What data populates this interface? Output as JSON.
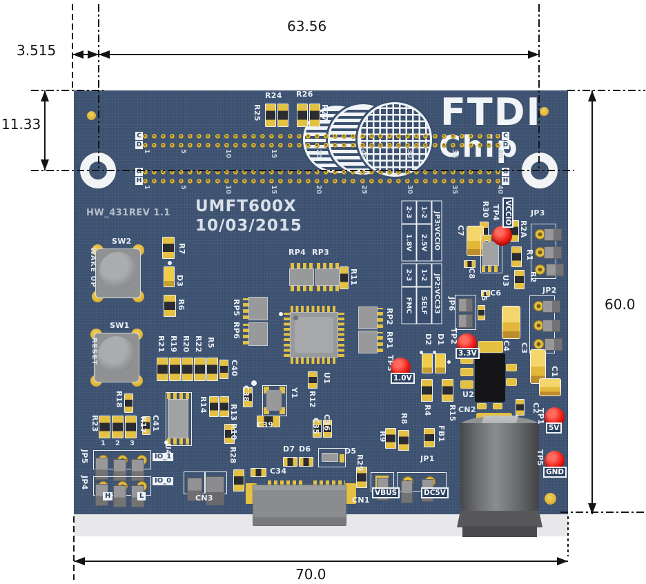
{
  "meta": {
    "description": "UMFT600X FTDI module — mechanical dimension drawing, top view",
    "units": "mm"
  },
  "colors": {
    "background": "#ffffff",
    "board": "#3c5170",
    "board_shadow": "#e8e8ea",
    "silkscreen": "#e9eef4",
    "pad_gold": "#e4c043",
    "component_gray": "#98999b",
    "test_point_red": "#ee1b14",
    "dimension_ink": "#141414"
  },
  "dimensions": {
    "left_offset": "3.515",
    "hole_span": "63.56",
    "top_offset": "11.33",
    "board_height": "60.0",
    "board_width": "70.0"
  },
  "silkscreen": {
    "hw_rev": "HW_431REV 1.1",
    "board_name": "UMFT600X",
    "board_date": "10/03/2015",
    "logo_top": "FTDI",
    "logo_bottom": "Chip"
  },
  "switches": [
    {
      "ref": "SW2",
      "function": "WAKE UP"
    },
    {
      "ref": "SW1",
      "function": "RESET"
    }
  ],
  "test_points": [
    {
      "ref": "TP4",
      "net": "VCCIO"
    },
    {
      "ref": "TP2",
      "net": "3.3V"
    },
    {
      "ref": "TP3",
      "net": "1.0V"
    },
    {
      "ref": "TP1",
      "net": "5V"
    },
    {
      "ref": "TP5",
      "net": "GND"
    }
  ],
  "jumper_tables": [
    {
      "header": "JP3:VCCIO",
      "rows": [
        [
          "1-2",
          "2.5V"
        ],
        [
          "2-3",
          "1.8V"
        ]
      ]
    },
    {
      "header": "JP2:VCC33",
      "rows": [
        [
          "1-2",
          "SELF"
        ],
        [
          "2-3",
          "FMC"
        ]
      ]
    }
  ],
  "pin_rows": {
    "pairs": [
      {
        "top": "C",
        "bottom": "D"
      },
      {
        "top": "G",
        "bottom": "H"
      }
    ],
    "count": 40,
    "ticks": [
      "1",
      "5",
      "10",
      "15",
      "20",
      "25",
      "30",
      "35",
      "40"
    ]
  },
  "ref_labels": [
    [
      "R24",
      384,
      133,
      0
    ],
    [
      "R26",
      429,
      131,
      0
    ],
    [
      "R25",
      366,
      151,
      1
    ],
    [
      "R27",
      464,
      151,
      1
    ],
    [
      "SW2",
      162,
      344,
      0
    ],
    [
      "SW1",
      159,
      466,
      0
    ],
    [
      "WAKE UP",
      128,
      358,
      1,
      "sw"
    ],
    [
      "RESET",
      130,
      489,
      1,
      "sw"
    ],
    [
      "R7",
      257,
      352,
      1
    ],
    [
      "D3",
      254,
      398,
      1
    ],
    [
      "R6",
      256,
      433,
      1
    ],
    [
      "R21",
      227,
      486,
      1
    ],
    [
      "R19",
      245,
      486,
      1
    ],
    [
      "R20",
      263,
      486,
      1
    ],
    [
      "R22",
      281,
      486,
      1
    ],
    [
      "R5",
      299,
      488,
      1
    ],
    [
      "C40",
      333,
      521,
      1
    ],
    [
      "RP4",
      418,
      360,
      0
    ],
    [
      "RP3",
      452,
      360,
      0
    ],
    [
      "R11",
      506,
      389,
      1
    ],
    [
      "RP5",
      336,
      433,
      1
    ],
    [
      "RP6",
      336,
      466,
      1
    ],
    [
      "RP2",
      558,
      446,
      1
    ],
    [
      "RP1",
      558,
      480,
      1
    ],
    [
      "U1",
      467,
      539,
      1
    ],
    [
      "R12",
      446,
      566,
      1
    ],
    [
      "Y1",
      420,
      561,
      1
    ],
    [
      "C38",
      350,
      558,
      1
    ],
    [
      "C39",
      372,
      610,
      0
    ],
    [
      "C35",
      451,
      605,
      1
    ],
    [
      "C36",
      467,
      600,
      1
    ],
    [
      "R18",
      166,
      566,
      1
    ],
    [
      "R23",
      131,
      601,
      1
    ],
    [
      "R17",
      201,
      603,
      1
    ],
    [
      "C41",
      219,
      601,
      1
    ],
    [
      "R14",
      288,
      574,
      1
    ],
    [
      "R13",
      332,
      585,
      1
    ],
    [
      "R10",
      332,
      613,
      1
    ],
    [
      "U4",
      237,
      642,
      1
    ],
    [
      "R28",
      331,
      647,
      1
    ],
    [
      "JP5",
      116,
      651,
      1
    ],
    [
      "JP4",
      116,
      689,
      1
    ],
    [
      "1",
      146,
      637,
      0,
      "s"
    ],
    [
      "2",
      167,
      637,
      0,
      "s"
    ],
    [
      "3",
      188,
      637,
      0,
      "s"
    ],
    [
      "CN3",
      283,
      716,
      0
    ],
    [
      "CN1",
      510,
      719,
      0
    ],
    [
      "D7",
      410,
      645,
      0
    ],
    [
      "D6",
      433,
      645,
      0
    ],
    [
      "D5",
      499,
      648,
      0
    ],
    [
      "C34",
      391,
      677,
      0
    ],
    [
      "R29",
      515,
      658,
      1
    ],
    [
      "R8",
      579,
      598,
      1
    ],
    [
      "R9",
      548,
      624,
      1
    ],
    [
      "R4",
      613,
      586,
      1
    ],
    [
      "R15",
      649,
      586,
      1
    ],
    [
      "FB1",
      633,
      616,
      1
    ],
    [
      "JP1",
      609,
      659,
      0
    ],
    [
      "CN2",
      664,
      588,
      0
    ],
    [
      "U2",
      670,
      566,
      0
    ],
    [
      "R30",
      697,
      291,
      1
    ],
    [
      "TP4",
      712,
      296,
      1
    ],
    [
      "C7",
      661,
      326,
      1
    ],
    [
      "C8",
      677,
      388,
      1
    ],
    [
      "R2A",
      752,
      319,
      1
    ],
    [
      "R1",
      761,
      361,
      1
    ],
    [
      "R2",
      766,
      393,
      1
    ],
    [
      "U3",
      726,
      398,
      1
    ],
    [
      "JP3",
      769,
      303,
      0
    ],
    [
      "JP2",
      786,
      415,
      0
    ],
    [
      "C6",
      710,
      419,
      0
    ],
    [
      "JP6",
      648,
      430,
      1
    ],
    [
      "C5",
      695,
      420,
      1
    ],
    [
      "C4",
      727,
      493,
      1
    ],
    [
      "C3",
      753,
      496,
      1
    ],
    [
      "C1",
      797,
      530,
      1
    ],
    [
      "C2",
      770,
      583,
      1
    ],
    [
      "D2",
      614,
      483,
      1
    ],
    [
      "D1",
      632,
      483,
      1
    ],
    [
      "TP2",
      651,
      475,
      1
    ],
    [
      "TP3",
      559,
      514,
      1
    ],
    [
      "TP1",
      777,
      591,
      1
    ],
    [
      "TP5",
      776,
      651,
      1
    ]
  ],
  "boxed_labels": [
    [
      "VCCIO",
      728,
      286,
      1,
      "d"
    ],
    [
      "1.0V",
      566,
      540,
      0,
      "d"
    ],
    [
      "3.3V",
      660,
      504,
      0,
      "d"
    ],
    [
      "5V",
      791,
      612,
      0,
      "d"
    ],
    [
      "GND",
      787,
      676,
      0,
      "d"
    ],
    [
      "VBUS",
      539,
      706,
      0,
      "d"
    ],
    [
      "DC5V",
      610,
      706,
      0,
      "d"
    ],
    [
      "IO_1",
      221,
      656,
      0,
      "w"
    ],
    [
      "IO_0",
      221,
      691,
      0,
      "w"
    ],
    [
      "H",
      149,
      713,
      0,
      "w"
    ],
    [
      "L",
      199,
      713,
      0,
      "w"
    ]
  ],
  "components": [
    [
      "hole",
      116,
      221,
      52,
      52
    ],
    [
      "hole",
      756,
      221,
      52,
      52
    ],
    [
      "via",
      126,
      161,
      13,
      13
    ],
    [
      "via",
      782,
      155,
      13,
      13
    ],
    [
      "via",
      789,
      714,
      17,
      17
    ],
    [
      "res",
      384,
      150,
      16,
      34
    ],
    [
      "res",
      402,
      150,
      16,
      34
    ],
    [
      "res",
      430,
      150,
      16,
      34
    ],
    [
      "res",
      448,
      150,
      16,
      34
    ],
    [
      "res",
      235,
      343,
      18,
      32
    ],
    [
      "res",
      237,
      386,
      16,
      30,
      "led"
    ],
    [
      "res",
      237,
      427,
      18,
      32
    ],
    [
      "btn",
      131,
      352,
      80,
      88
    ],
    [
      "btn",
      129,
      474,
      80,
      88
    ],
    [
      "res",
      227,
      518,
      17,
      34
    ],
    [
      "res",
      245,
      518,
      17,
      34
    ],
    [
      "res",
      263,
      518,
      17,
      34
    ],
    [
      "res",
      281,
      518,
      17,
      34
    ],
    [
      "res",
      299,
      518,
      17,
      34
    ],
    [
      "res",
      318,
      521,
      13,
      28
    ],
    [
      "rnh",
      419,
      381,
      36,
      41
    ],
    [
      "rnh",
      457,
      381,
      36,
      41
    ],
    [
      "res",
      492,
      386,
      13,
      33
    ],
    [
      "rnv",
      352,
      430,
      36,
      34
    ],
    [
      "rnv",
      352,
      467,
      36,
      34
    ],
    [
      "qfp",
      411,
      443,
      88,
      84
    ],
    [
      "rnvr",
      519,
      444,
      36,
      33
    ],
    [
      "rnvr",
      519,
      479,
      36,
      33
    ],
    [
      "res",
      446,
      538,
      14,
      25
    ],
    [
      "xtal",
      380,
      558,
      36,
      45
    ],
    [
      "res",
      352,
      561,
      14,
      29
    ],
    [
      "resh",
      372,
      602,
      34,
      17
    ],
    [
      "res",
      453,
      608,
      13,
      26
    ],
    [
      "res",
      468,
      608,
      13,
      26
    ],
    [
      "res",
      180,
      570,
      13,
      28
    ],
    [
      "res",
      143,
      602,
      17,
      33
    ],
    [
      "res",
      162,
      602,
      17,
      33
    ],
    [
      "res",
      181,
      602,
      17,
      33
    ],
    [
      "res",
      206,
      603,
      12,
      27
    ],
    [
      "soic",
      240,
      568,
      38,
      78
    ],
    [
      "res",
      303,
      574,
      14,
      30
    ],
    [
      "res",
      318,
      574,
      14,
      30
    ],
    [
      "res",
      325,
      614,
      15,
      29
    ],
    [
      "res",
      338,
      680,
      16,
      32
    ],
    [
      "jph",
      135,
      652,
      84,
      28
    ],
    [
      "jph",
      135,
      690,
      84,
      28
    ],
    [
      "cn3",
      266,
      683,
      63,
      33
    ],
    [
      "resh",
      363,
      678,
      23,
      13
    ],
    [
      "resh",
      410,
      662,
      21,
      14
    ],
    [
      "resh",
      433,
      662,
      21,
      14
    ],
    [
      "d5",
      461,
      649,
      40,
      28
    ],
    [
      "usb",
      352,
      688,
      168,
      74
    ],
    [
      "res",
      516,
      676,
      16,
      31
    ],
    [
      "res",
      558,
      620,
      16,
      30
    ],
    [
      "res",
      577,
      623,
      16,
      30
    ],
    [
      "res",
      610,
      549,
      17,
      33
    ],
    [
      "res",
      640,
      549,
      17,
      33
    ],
    [
      "res",
      614,
      620,
      16,
      28
    ],
    [
      "jp1",
      537,
      684,
      110,
      28
    ],
    [
      "res",
      611,
      512,
      16,
      29,
      "led"
    ],
    [
      "res",
      630,
      512,
      16,
      29,
      "led"
    ],
    [
      "res",
      695,
      321,
      13,
      28
    ],
    [
      "capy",
      676,
      327,
      25,
      44
    ],
    [
      "resh",
      672,
      377,
      17,
      11
    ],
    [
      "soic",
      696,
      340,
      32,
      56
    ],
    [
      "resh",
      697,
      420,
      13,
      10
    ],
    [
      "jp6",
      659,
      427,
      31,
      51
    ],
    [
      "res",
      692,
      442,
      11,
      22
    ],
    [
      "res",
      737,
      319,
      15,
      31
    ],
    [
      "res",
      741,
      357,
      15,
      30
    ],
    [
      "res",
      745,
      391,
      15,
      28
    ],
    [
      "jpv",
      769,
      324,
      37,
      80
    ],
    [
      "jpv",
      767,
      428,
      37,
      84
    ],
    [
      "capy",
      727,
      443,
      27,
      48
    ],
    [
      "capy",
      768,
      506,
      23,
      50
    ],
    [
      "capy",
      781,
      548,
      32,
      26
    ],
    [
      "blk",
      688,
      512,
      44,
      70
    ],
    [
      "pad",
      693,
      494,
      36,
      17
    ],
    [
      "pad",
      667,
      515,
      19,
      12
    ],
    [
      "pad",
      667,
      533,
      19,
      12
    ],
    [
      "pad",
      667,
      551,
      19,
      12
    ],
    [
      "pad",
      733,
      527,
      16,
      11
    ],
    [
      "pad",
      733,
      548,
      16,
      11
    ],
    [
      "pad",
      691,
      584,
      14,
      9
    ],
    [
      "pad",
      714,
      584,
      14,
      9
    ],
    [
      "res",
      747,
      578,
      13,
      24
    ],
    [
      "barrel",
      662,
      598,
      124,
      180
    ],
    [
      "tp",
      566,
      518,
      29,
      29
    ],
    [
      "tp",
      662,
      483,
      29,
      29
    ],
    [
      "tp",
      713,
      327,
      29,
      29
    ],
    [
      "tp",
      789,
      590,
      29,
      29
    ],
    [
      "tp",
      789,
      653,
      29,
      29
    ],
    [
      "wdot",
      243,
      378,
      6,
      6
    ],
    [
      "wdot",
      404,
      452,
      6,
      6
    ],
    [
      "wdot",
      238,
      638,
      6,
      6
    ],
    [
      "wdot",
      608,
      508,
      5,
      5
    ],
    [
      "wdot",
      627,
      508,
      5,
      5
    ],
    [
      "wdot",
      364,
      551,
      8,
      8
    ],
    [
      "wdot",
      648,
      522,
      5,
      5
    ]
  ]
}
